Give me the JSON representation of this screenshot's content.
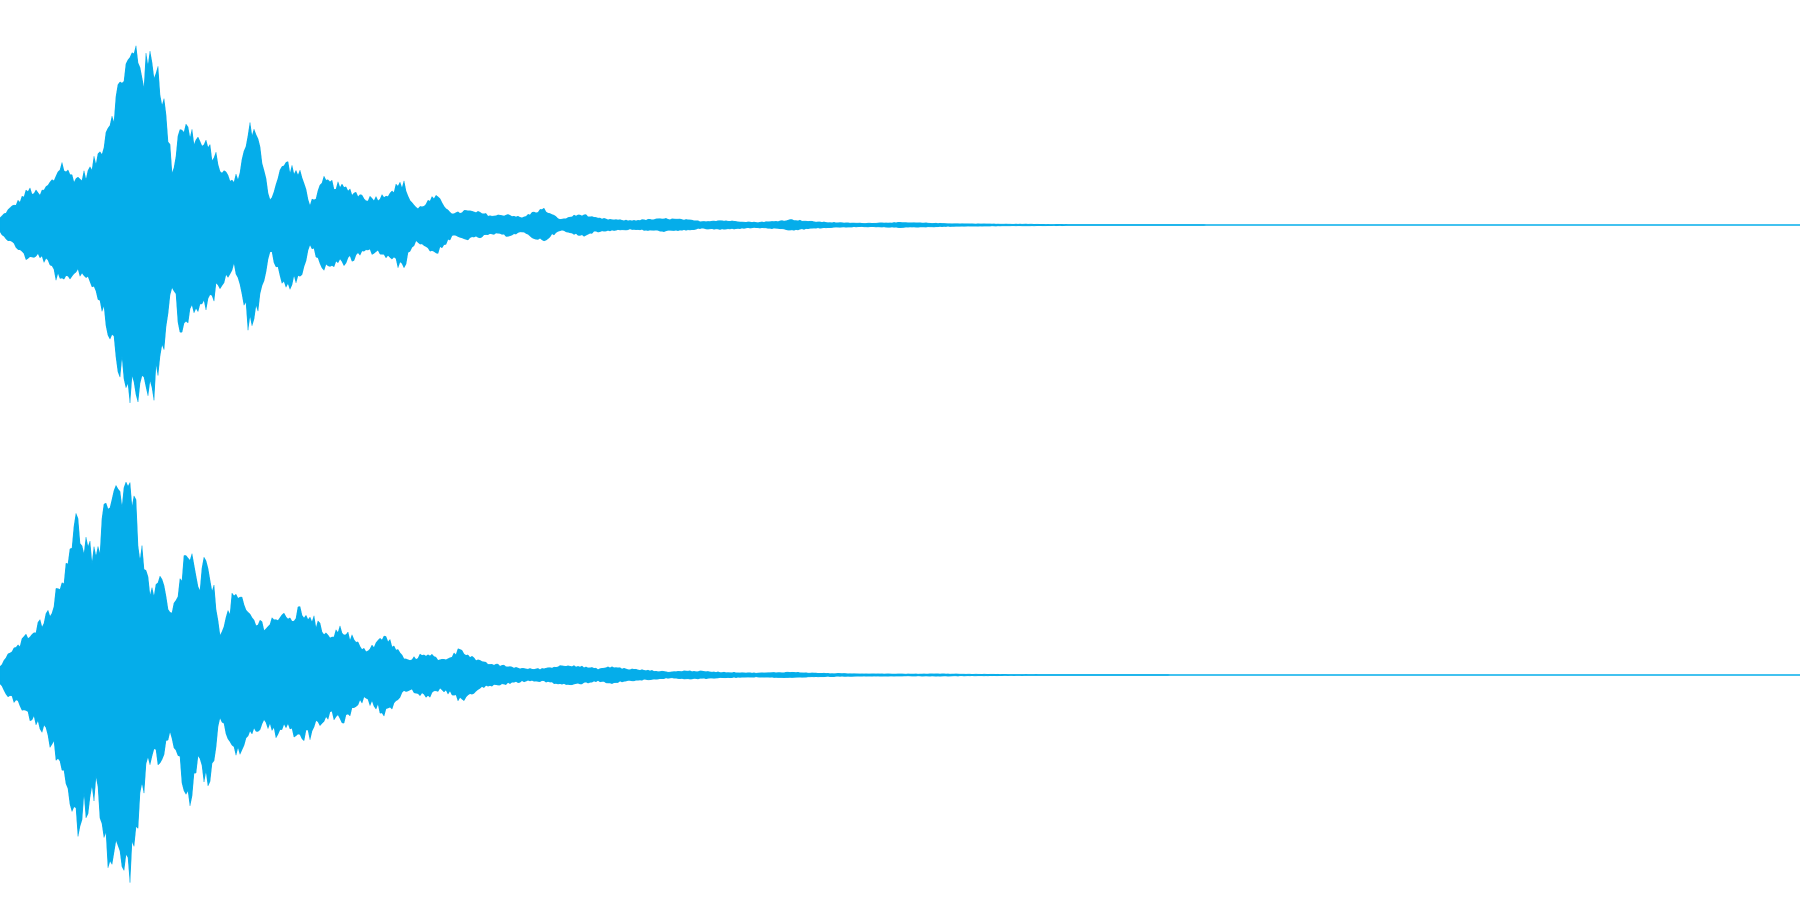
{
  "waveform": {
    "color": "#05adea",
    "channels": [
      {
        "name": "",
        "envelope": [
          [
            0.0,
            0.04
          ],
          [
            0.004,
            0.08
          ],
          [
            0.01,
            0.13
          ],
          [
            0.016,
            0.2
          ],
          [
            0.022,
            0.17
          ],
          [
            0.03,
            0.26
          ],
          [
            0.034,
            0.35
          ],
          [
            0.038,
            0.29
          ],
          [
            0.044,
            0.26
          ],
          [
            0.05,
            0.31
          ],
          [
            0.056,
            0.42
          ],
          [
            0.06,
            0.58
          ],
          [
            0.064,
            0.68
          ],
          [
            0.068,
            0.86
          ],
          [
            0.072,
            0.92
          ],
          [
            0.076,
            0.99
          ],
          [
            0.08,
            0.86
          ],
          [
            0.084,
            0.94
          ],
          [
            0.088,
            0.88
          ],
          [
            0.092,
            0.62
          ],
          [
            0.096,
            0.29
          ],
          [
            0.1,
            0.58
          ],
          [
            0.106,
            0.52
          ],
          [
            0.112,
            0.46
          ],
          [
            0.118,
            0.41
          ],
          [
            0.124,
            0.3
          ],
          [
            0.13,
            0.24
          ],
          [
            0.134,
            0.33
          ],
          [
            0.138,
            0.56
          ],
          [
            0.142,
            0.5
          ],
          [
            0.146,
            0.37
          ],
          [
            0.15,
            0.14
          ],
          [
            0.154,
            0.25
          ],
          [
            0.158,
            0.36
          ],
          [
            0.162,
            0.32
          ],
          [
            0.168,
            0.27
          ],
          [
            0.172,
            0.12
          ],
          [
            0.176,
            0.17
          ],
          [
            0.18,
            0.25
          ],
          [
            0.188,
            0.22
          ],
          [
            0.196,
            0.19
          ],
          [
            0.204,
            0.15
          ],
          [
            0.212,
            0.16
          ],
          [
            0.218,
            0.2
          ],
          [
            0.224,
            0.24
          ],
          [
            0.228,
            0.14
          ],
          [
            0.232,
            0.09
          ],
          [
            0.236,
            0.12
          ],
          [
            0.242,
            0.16
          ],
          [
            0.248,
            0.1
          ],
          [
            0.252,
            0.06
          ],
          [
            0.258,
            0.08
          ],
          [
            0.266,
            0.07
          ],
          [
            0.274,
            0.05
          ],
          [
            0.282,
            0.06
          ],
          [
            0.29,
            0.04
          ],
          [
            0.296,
            0.07
          ],
          [
            0.302,
            0.09
          ],
          [
            0.306,
            0.06
          ],
          [
            0.312,
            0.03
          ],
          [
            0.318,
            0.05
          ],
          [
            0.324,
            0.06
          ],
          [
            0.33,
            0.04
          ],
          [
            0.34,
            0.03
          ],
          [
            0.35,
            0.025
          ],
          [
            0.36,
            0.03
          ],
          [
            0.37,
            0.035
          ],
          [
            0.38,
            0.03
          ],
          [
            0.39,
            0.02
          ],
          [
            0.4,
            0.025
          ],
          [
            0.41,
            0.02
          ],
          [
            0.42,
            0.015
          ],
          [
            0.43,
            0.02
          ],
          [
            0.44,
            0.03
          ],
          [
            0.45,
            0.02
          ],
          [
            0.46,
            0.015
          ],
          [
            0.47,
            0.012
          ],
          [
            0.48,
            0.01
          ],
          [
            0.49,
            0.012
          ],
          [
            0.5,
            0.014
          ],
          [
            0.51,
            0.012
          ],
          [
            0.52,
            0.01
          ],
          [
            0.53,
            0.008
          ],
          [
            0.54,
            0.007
          ],
          [
            0.55,
            0.006
          ],
          [
            0.56,
            0.005
          ],
          [
            0.57,
            0.005
          ],
          [
            0.58,
            0.004
          ],
          [
            0.59,
            0.004
          ],
          [
            0.6,
            0.003
          ],
          [
            0.61,
            0.003
          ],
          [
            0.62,
            0.002
          ],
          [
            0.63,
            0.002
          ],
          [
            0.64,
            0.002
          ],
          [
            0.65,
            0.001
          ],
          [
            0.66,
            0.001
          ],
          [
            0.68,
            0.0
          ],
          [
            1.0,
            0.0
          ]
        ]
      },
      {
        "name": "",
        "envelope": [
          [
            0.0,
            0.04
          ],
          [
            0.004,
            0.1
          ],
          [
            0.01,
            0.14
          ],
          [
            0.016,
            0.21
          ],
          [
            0.022,
            0.25
          ],
          [
            0.028,
            0.33
          ],
          [
            0.034,
            0.45
          ],
          [
            0.038,
            0.62
          ],
          [
            0.042,
            0.75
          ],
          [
            0.046,
            0.67
          ],
          [
            0.05,
            0.62
          ],
          [
            0.054,
            0.55
          ],
          [
            0.058,
            0.78
          ],
          [
            0.062,
            0.96
          ],
          [
            0.066,
            0.88
          ],
          [
            0.07,
            0.99
          ],
          [
            0.074,
            0.89
          ],
          [
            0.078,
            0.62
          ],
          [
            0.082,
            0.46
          ],
          [
            0.086,
            0.39
          ],
          [
            0.09,
            0.48
          ],
          [
            0.094,
            0.28
          ],
          [
            0.098,
            0.36
          ],
          [
            0.102,
            0.56
          ],
          [
            0.106,
            0.6
          ],
          [
            0.11,
            0.41
          ],
          [
            0.114,
            0.55
          ],
          [
            0.118,
            0.46
          ],
          [
            0.122,
            0.22
          ],
          [
            0.126,
            0.28
          ],
          [
            0.13,
            0.4
          ],
          [
            0.136,
            0.33
          ],
          [
            0.142,
            0.26
          ],
          [
            0.148,
            0.25
          ],
          [
            0.154,
            0.29
          ],
          [
            0.16,
            0.27
          ],
          [
            0.166,
            0.31
          ],
          [
            0.172,
            0.3
          ],
          [
            0.178,
            0.23
          ],
          [
            0.184,
            0.2
          ],
          [
            0.19,
            0.23
          ],
          [
            0.196,
            0.18
          ],
          [
            0.202,
            0.12
          ],
          [
            0.208,
            0.15
          ],
          [
            0.214,
            0.19
          ],
          [
            0.22,
            0.13
          ],
          [
            0.226,
            0.07
          ],
          [
            0.232,
            0.09
          ],
          [
            0.238,
            0.11
          ],
          [
            0.244,
            0.07
          ],
          [
            0.25,
            0.09
          ],
          [
            0.256,
            0.13
          ],
          [
            0.262,
            0.09
          ],
          [
            0.268,
            0.06
          ],
          [
            0.276,
            0.05
          ],
          [
            0.284,
            0.04
          ],
          [
            0.292,
            0.03
          ],
          [
            0.3,
            0.03
          ],
          [
            0.308,
            0.04
          ],
          [
            0.316,
            0.05
          ],
          [
            0.324,
            0.04
          ],
          [
            0.332,
            0.03
          ],
          [
            0.34,
            0.04
          ],
          [
            0.348,
            0.03
          ],
          [
            0.356,
            0.025
          ],
          [
            0.364,
            0.02
          ],
          [
            0.372,
            0.015
          ],
          [
            0.38,
            0.02
          ],
          [
            0.39,
            0.018
          ],
          [
            0.4,
            0.014
          ],
          [
            0.41,
            0.012
          ],
          [
            0.42,
            0.01
          ],
          [
            0.43,
            0.012
          ],
          [
            0.44,
            0.014
          ],
          [
            0.45,
            0.01
          ],
          [
            0.46,
            0.008
          ],
          [
            0.47,
            0.007
          ],
          [
            0.48,
            0.006
          ],
          [
            0.49,
            0.006
          ],
          [
            0.5,
            0.005
          ],
          [
            0.51,
            0.005
          ],
          [
            0.52,
            0.006
          ],
          [
            0.53,
            0.005
          ],
          [
            0.54,
            0.004
          ],
          [
            0.55,
            0.004
          ],
          [
            0.56,
            0.003
          ],
          [
            0.57,
            0.003
          ],
          [
            0.58,
            0.003
          ],
          [
            0.59,
            0.002
          ],
          [
            0.6,
            0.002
          ],
          [
            0.61,
            0.002
          ],
          [
            0.62,
            0.001
          ],
          [
            0.64,
            0.001
          ],
          [
            0.66,
            0.0
          ],
          [
            1.0,
            0.0
          ]
        ]
      }
    ]
  }
}
